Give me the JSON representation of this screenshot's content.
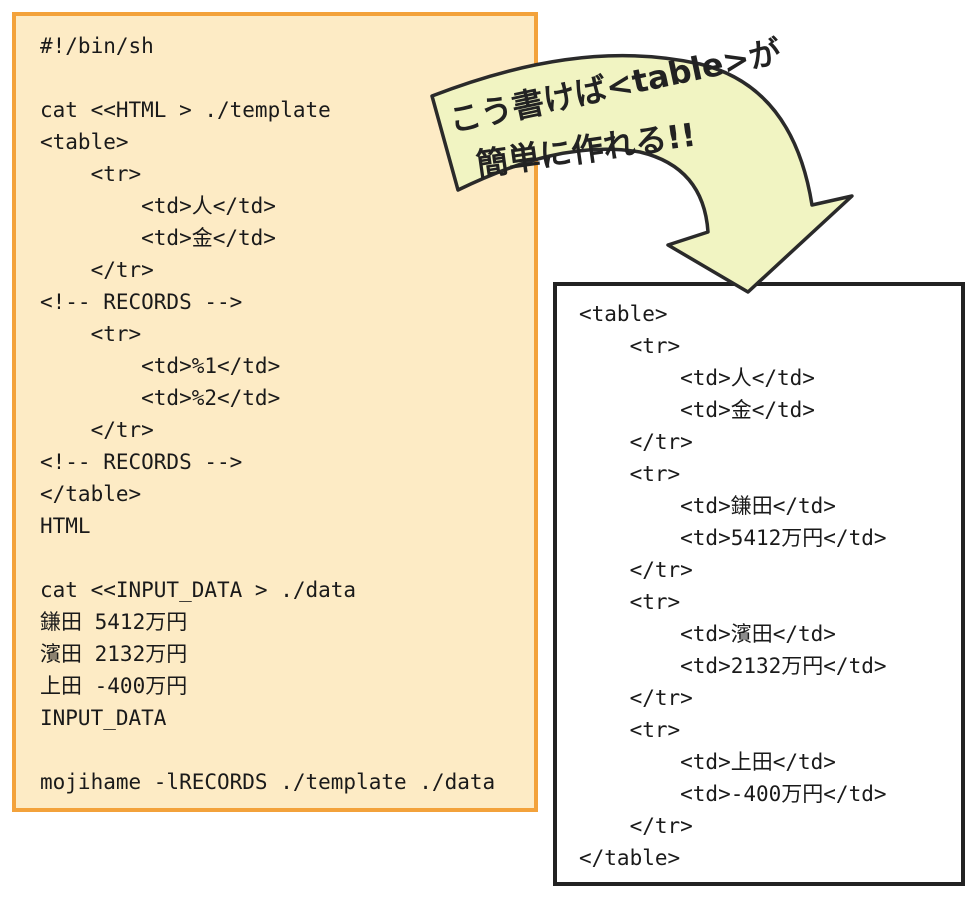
{
  "left_code": [
    "#!/bin/sh",
    "",
    "cat <<HTML > ./template",
    "<table>",
    "    <tr>",
    "        <td>人</td>",
    "        <td>金</td>",
    "    </tr>",
    "<!-- RECORDS -->",
    "    <tr>",
    "        <td>%1</td>",
    "        <td>%2</td>",
    "    </tr>",
    "<!-- RECORDS -->",
    "</table>",
    "HTML",
    "",
    "cat <<INPUT_DATA > ./data",
    "鎌田 5412万円",
    "濱田 2132万円",
    "上田 -400万円",
    "INPUT_DATA",
    "",
    "mojihame -lRECORDS ./template ./data"
  ],
  "right_code": [
    "<table>",
    "    <tr>",
    "        <td>人</td>",
    "        <td>金</td>",
    "    </tr>",
    "    <tr>",
    "        <td>鎌田</td>",
    "        <td>5412万円</td>",
    "    </tr>",
    "    <tr>",
    "        <td>濱田</td>",
    "        <td>2132万円</td>",
    "    </tr>",
    "    <tr>",
    "        <td>上田</td>",
    "        <td>-400万円</td>",
    "    </tr>",
    "</table>"
  ],
  "callout": {
    "line1": "こう書けば<table>が",
    "line2": "簡単に作れる!!"
  },
  "colors": {
    "left_panel_fill": "#fdebc5",
    "left_panel_border": "#f3a23b",
    "right_panel_border": "#222222",
    "arrow_fill": "#f1f4c2",
    "arrow_stroke": "#2a2a2a",
    "text": "#1a1a1a"
  }
}
